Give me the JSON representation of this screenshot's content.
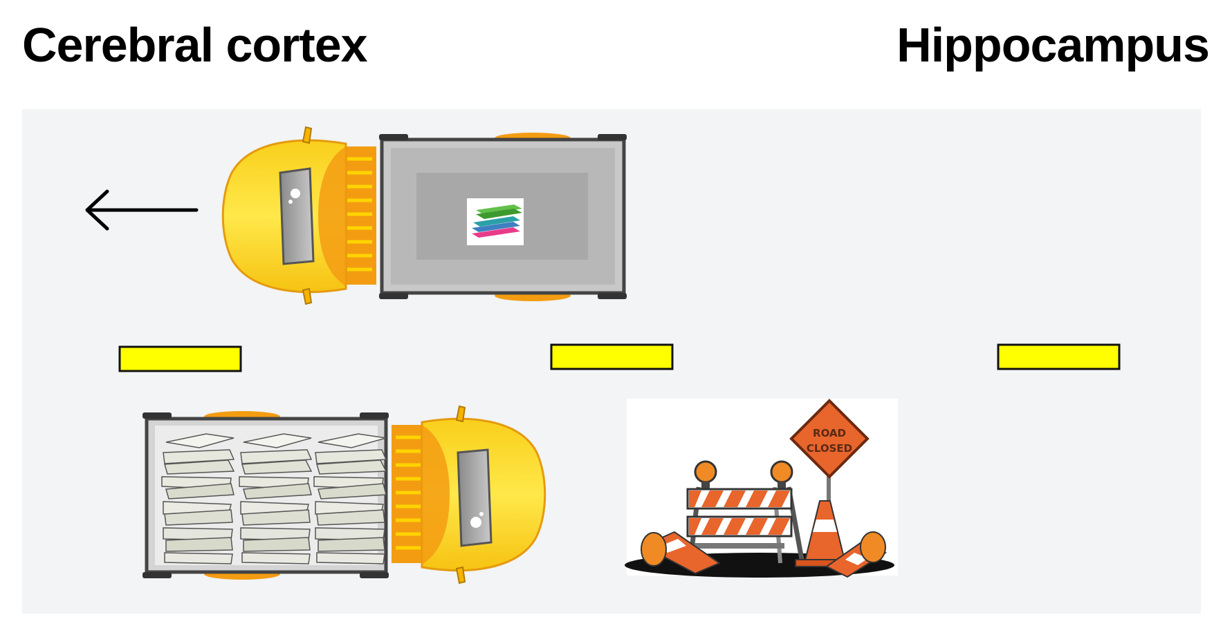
{
  "titles": {
    "left": "Cerebral cortex",
    "right": "Hippocampus"
  },
  "icons": {
    "direction_arrow": "arrow-left-icon",
    "top_truck": "dump-truck-icon",
    "top_cargo": "books-icon",
    "bottom_truck": "dump-truck-icon",
    "bottom_cargo": "paper-stacks-icon",
    "roadblock": "road-closed-barricade-icon"
  },
  "sign": {
    "line1": "ROAD",
    "line2": "CLOSED"
  },
  "colors": {
    "road": "#f2f4f5",
    "lane_marking": "#ffff00",
    "truck_yellow": "#f7d11c",
    "truck_orange": "#f39c12",
    "sign_orange": "#e8652c"
  }
}
